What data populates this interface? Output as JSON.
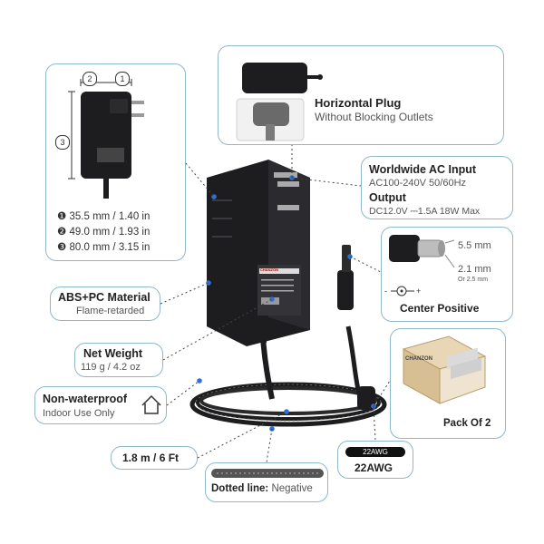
{
  "dimensions": {
    "label_1": "1",
    "label_2": "2",
    "label_3": "3",
    "line1": "❶ 35.5 mm / 1.40 in",
    "line2": "❷ 49.0 mm / 1.93 in",
    "line3": "❸ 80.0 mm / 3.15 in"
  },
  "plug": {
    "title": "Horizontal Plug",
    "subtitle": "Without Blocking Outlets"
  },
  "input": {
    "title": "Worldwide AC Input",
    "value": "AC100-240V 50/60Hz",
    "out_title": "Output",
    "out_value": "DC12.0V ⎓1.5A 18W Max"
  },
  "connector": {
    "outer": "5.5 mm",
    "inner": "2.1 mm",
    "inner_alt": "Or 2.5 mm",
    "polarity": "Center Positive"
  },
  "material": {
    "title": "ABS+PC Material",
    "subtitle": "Flame-retarded"
  },
  "weight": {
    "title": "Net Weight",
    "value": "119 g / 4.2 oz"
  },
  "water": {
    "title": "Non-waterproof",
    "subtitle": "Indoor Use Only"
  },
  "pack": {
    "label": "Pack Of 2",
    "brand": "CHANZON"
  },
  "cable": {
    "length": "1.8 m / 6 Ft",
    "gauge_tag": "22AWG",
    "gauge": "22AWG",
    "dotted_bold": "Dotted line:",
    "dotted_rest": " Negative"
  },
  "adapter": {
    "brand": "CHANZON"
  },
  "colors": {
    "border": "#8fb8c8",
    "adapter": "#1d1d1f",
    "dot": "#2e6fd8"
  }
}
